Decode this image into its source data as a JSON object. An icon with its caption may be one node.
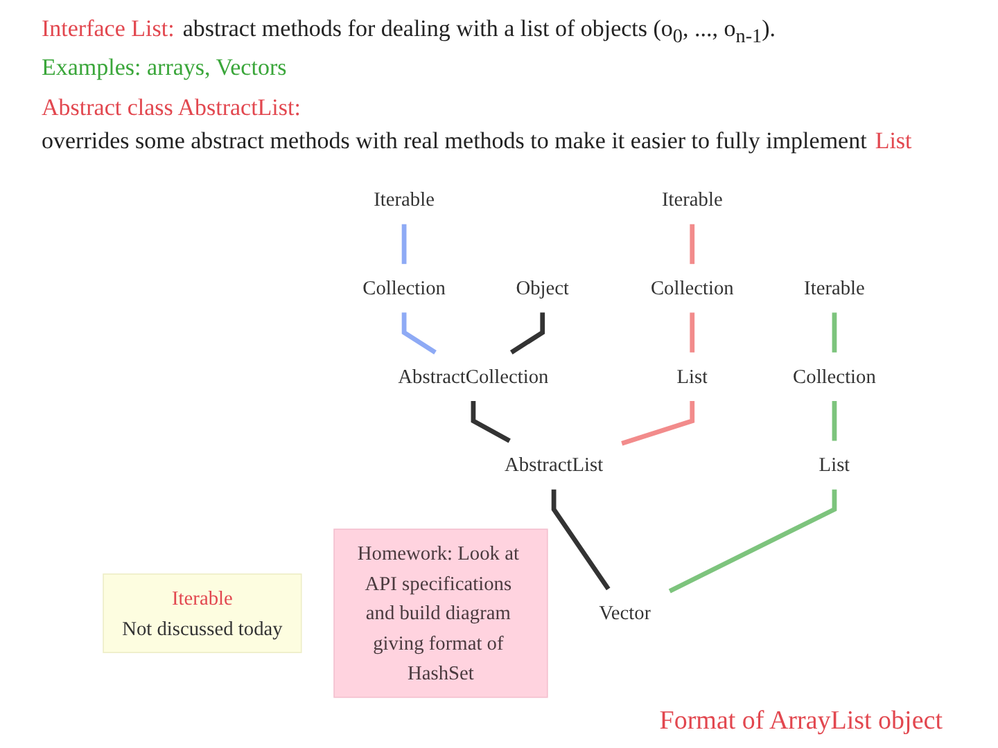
{
  "diagram": {
    "caption": "Format of ArrayList object",
    "nodes": [
      {
        "text": [
          "Iterable",
          "Not discussed today"
        ]
      },
      {
        "text": [
          "Iterable"
        ]
      },
      {
        "text": [
          "Homework: Look at API specifications and build diagram giving format of HashSet"
        ]
      },
      {
        "text": [
          "Collection"
        ]
      },
      {
        "text": [
          "Object"
        ]
      },
      {
        "text": [
          "Iterable"
        ]
      },
      {
        "text": [
          "Collection"
        ]
      },
      {
        "text": [
          "AbstractCollection"
        ]
      },
      {
        "text": [
          "List"
        ]
      },
      {
        "text": [
          "Iterable"
        ]
      },
      {
        "text": [
          "AbstractList"
        ]
      },
      {
        "text": [
          "Collection"
        ]
      },
      {
        "text": [
          "List"
        ]
      },
      {
        "text": [
          "Vector"
        ]
      }
    ],
    "edges": [
      {
        "from": 7,
        "to": 4,
        "arrow": "none"
      },
      {
        "from": 10,
        "to": 7,
        "arrow": "none"
      },
      {
        "from": 13,
        "to": 10,
        "arrow": "none"
      },
      {
        "from": 7,
        "to": 3,
        "arrow": "none",
        "color": "#8eaaf5"
      },
      {
        "from": 3,
        "to": 1,
        "arrow": "none",
        "color": "#8eaaf5"
      },
      {
        "from": 10,
        "to": 8,
        "arrow": "none",
        "color": "#f28b8b"
      },
      {
        "from": 8,
        "to": 6,
        "arrow": "none",
        "color": "#f28b8b"
      },
      {
        "from": 6,
        "to": 5,
        "arrow": "none",
        "color": "#f28b8b"
      },
      {
        "from": 13,
        "to": 12,
        "arrow": "none",
        "color": "#7dc47d"
      },
      {
        "from": 12,
        "to": 11,
        "arrow": "none",
        "color": "#7dc47d"
      },
      {
        "from": 11,
        "to": 9,
        "arrow": "none",
        "color": "#7dc47d"
      }
    ],
    "labels": [
      "Interface List:",
      "abstract methods for dealing with a list of objects (o$_{0}$, ..., o$_{n-1}$).",
      "Examples: arrays, Vectors",
      "Abstract class AbstractList:",
      "overrides some abstract methods with real methods to make it easier to fully implement",
      "List"
    ]
  }
}
